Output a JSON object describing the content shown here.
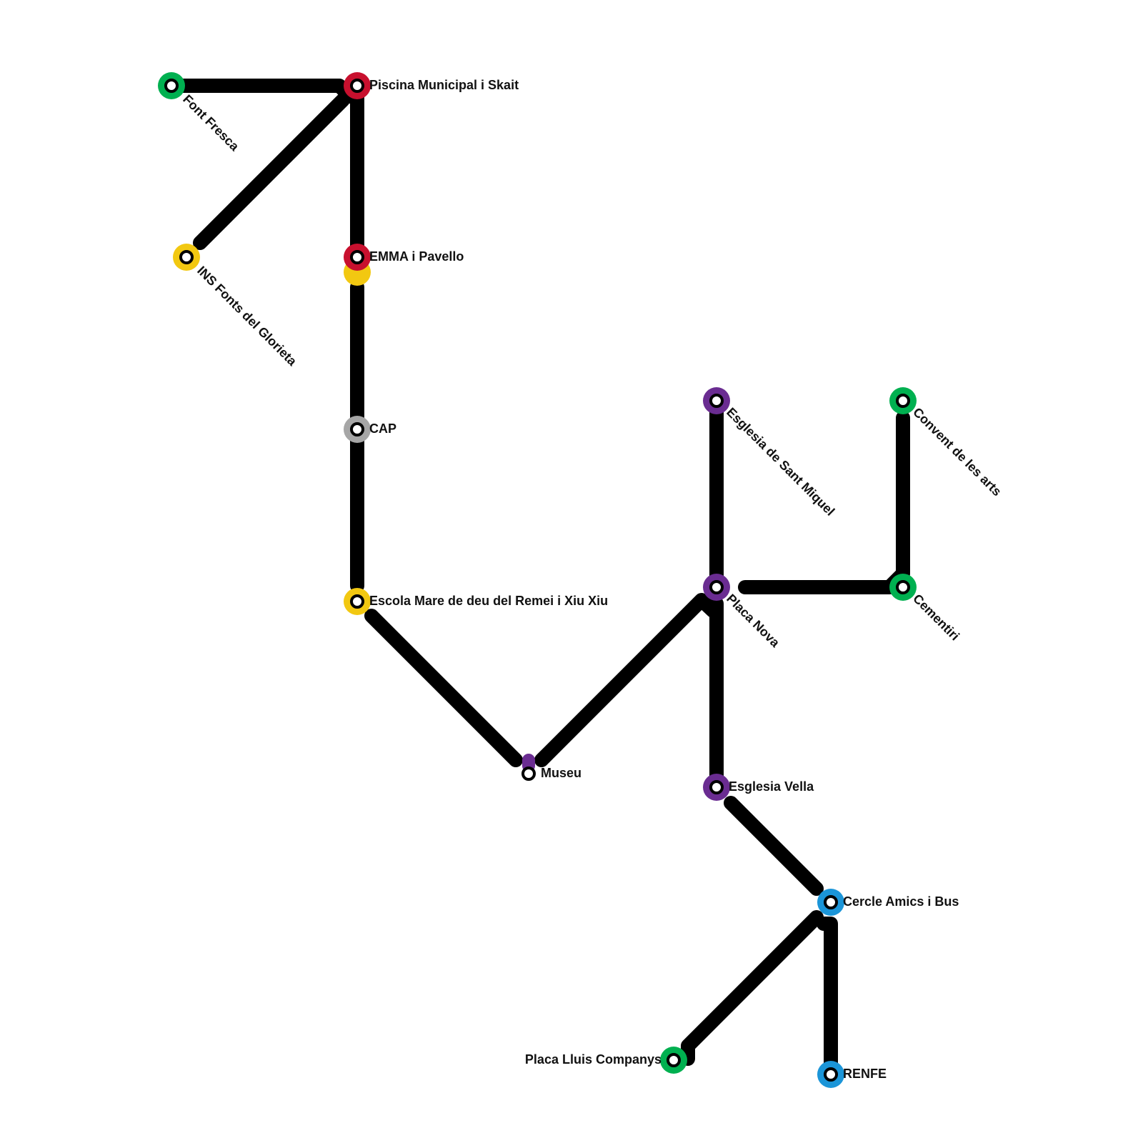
{
  "colors": {
    "line": "#000000",
    "green": "#00b050",
    "red": "#c8102e",
    "yellow": "#f2c811",
    "gray": "#a6a6a6",
    "purple": "#6a2c91",
    "blue": "#1b95d8"
  },
  "stations": [
    {
      "id": "font-fresca",
      "name": "Font Fresca",
      "color": "green"
    },
    {
      "id": "piscina",
      "name": "Piscina Municipal i Skait",
      "color": "red"
    },
    {
      "id": "ins-fonts",
      "name": "INS Fonts del Glorieta",
      "color": "yellow"
    },
    {
      "id": "emma",
      "name": "EMMA i Pavello",
      "color": "red",
      "second_color": "yellow"
    },
    {
      "id": "cap",
      "name": "CAP",
      "color": "gray"
    },
    {
      "id": "escola",
      "name": "Escola Mare de deu del Remei i Xiu Xiu",
      "color": "yellow"
    },
    {
      "id": "museu",
      "name": "Museu",
      "color": "purple"
    },
    {
      "id": "esglesia-sant-miquel",
      "name": "Esglesia de Sant Miquel",
      "color": "purple"
    },
    {
      "id": "convent",
      "name": "Convent de les arts",
      "color": "green"
    },
    {
      "id": "placa-nova",
      "name": "Placa Nova",
      "color": "purple"
    },
    {
      "id": "cementiri",
      "name": "Cementiri",
      "color": "green"
    },
    {
      "id": "esglesia-vella",
      "name": "Esglesia Vella",
      "color": "purple"
    },
    {
      "id": "cercle",
      "name": "Cercle Amics i Bus",
      "color": "blue"
    },
    {
      "id": "placa-lluis",
      "name": "Placa Lluis Companys",
      "color": "green"
    },
    {
      "id": "renfe",
      "name": "RENFE",
      "color": "blue"
    }
  ]
}
